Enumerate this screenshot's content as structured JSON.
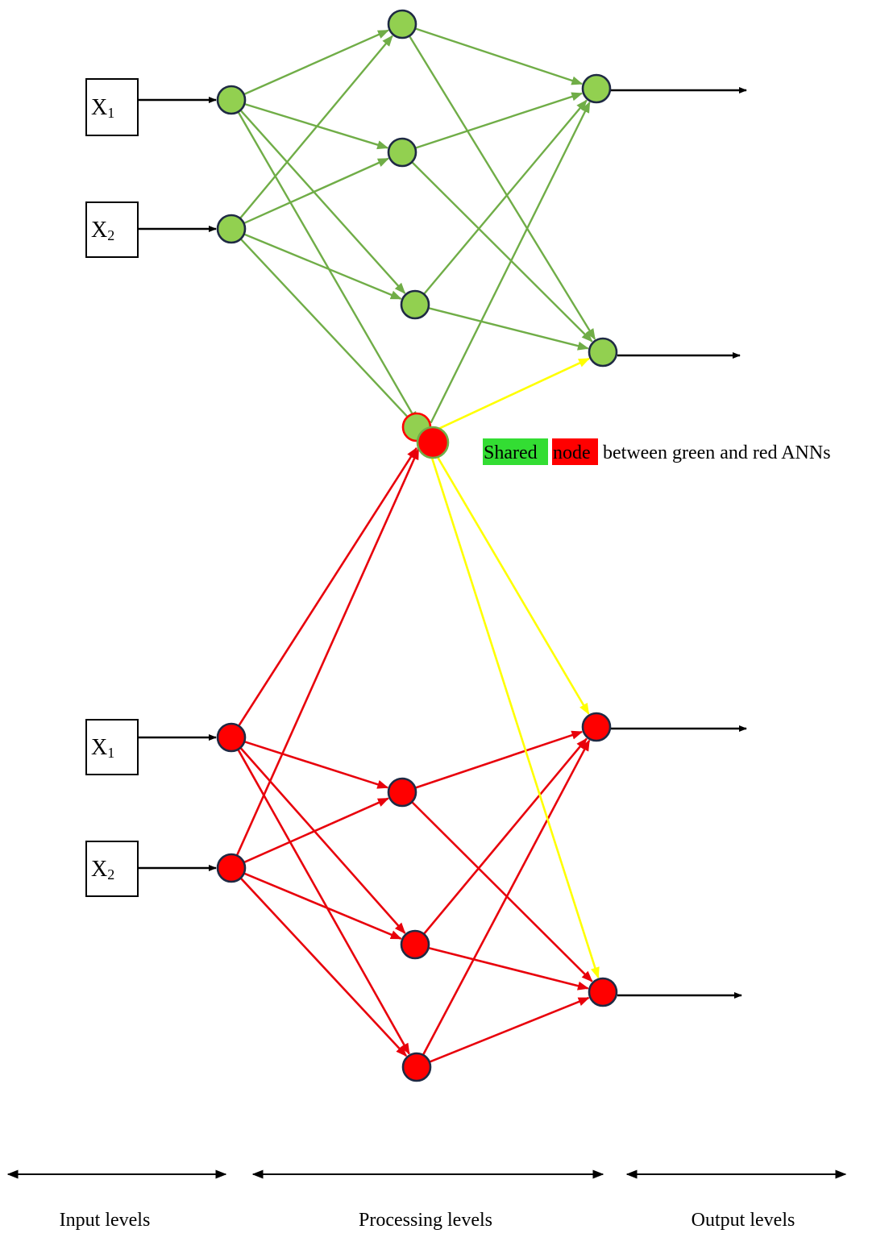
{
  "colors": {
    "green_node": "#92d050",
    "red_node": "#ff0000",
    "node_outline": "#1f2a44",
    "green_edge": "#70ad47",
    "red_edge": "#e8000b",
    "shared_edge": "#ffff00",
    "io_edge": "#000000",
    "legend_green_bg": "#33dd33",
    "legend_red_bg": "#ff0000"
  },
  "green_network": {
    "inputs": [
      {
        "letter": "X",
        "subscript": "1"
      },
      {
        "letter": "X",
        "subscript": "2"
      }
    ]
  },
  "red_network": {
    "inputs": [
      {
        "letter": "X",
        "subscript": "1"
      },
      {
        "letter": "X",
        "subscript": "2"
      }
    ]
  },
  "legend": {
    "shared_word": "Shared",
    "node_word": "node",
    "rest": "between green and red ANNs"
  },
  "levels": {
    "input": "Input levels",
    "processing": "Processing levels",
    "output": "Output levels"
  }
}
